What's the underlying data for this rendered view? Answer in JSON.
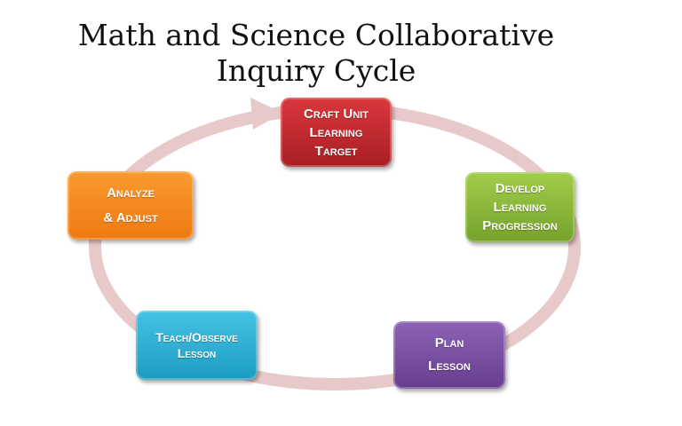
{
  "title": {
    "line1": "Math and Science Collaborative",
    "line2": "Inquiry Cycle"
  },
  "steps": [
    {
      "lines": [
        "Craft Unit",
        "Learning",
        "Target"
      ],
      "color": "#c0282e"
    },
    {
      "lines": [
        "Develop",
        "Learning",
        "Progression"
      ],
      "color": "#8cba3a"
    },
    {
      "lines": [
        "Plan",
        "Lesson"
      ],
      "color": "#7a4fa3"
    },
    {
      "lines": [
        "Teach/Observe",
        "Lesson"
      ],
      "color": "#2fb3d8"
    },
    {
      "lines": [
        "Analyze",
        "& Adjust"
      ],
      "color": "#f5891e"
    }
  ],
  "cycle_color": "#e8c9c9"
}
